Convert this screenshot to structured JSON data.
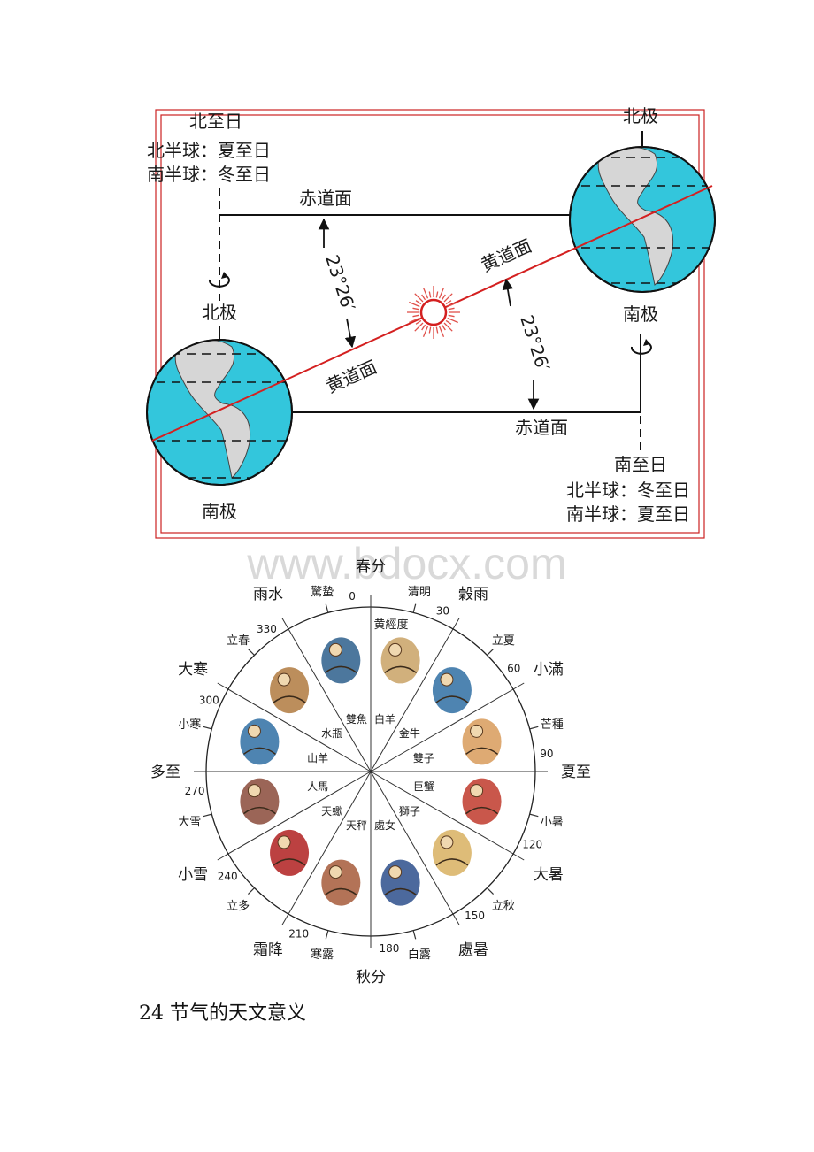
{
  "watermark": "www.bdocx.com",
  "diagram1": {
    "north_solstice_title": "北至日",
    "north_solstice_nh": "北半球：夏至日",
    "north_solstice_sh": "南半球：冬至日",
    "south_solstice_title": "南至日",
    "south_solstice_nh": "北半球：冬至日",
    "south_solstice_sh": "南半球：夏至日",
    "north_pole": "北极",
    "south_pole": "南极",
    "equator_plane": "赤道面",
    "ecliptic_plane": "黄道面",
    "angle": "23°26′"
  },
  "diagram2": {
    "center_label": "黄經度",
    "solar_terms": [
      {
        "name": "春分",
        "deg": "0"
      },
      {
        "name": "清明",
        "deg": ""
      },
      {
        "name": "穀雨",
        "deg": "30"
      },
      {
        "name": "立夏",
        "deg": ""
      },
      {
        "name": "小滿",
        "deg": "60"
      },
      {
        "name": "芒種",
        "deg": ""
      },
      {
        "name": "夏至",
        "deg": "90"
      },
      {
        "name": "小暑",
        "deg": ""
      },
      {
        "name": "大暑",
        "deg": "120"
      },
      {
        "name": "立秋",
        "deg": ""
      },
      {
        "name": "處暑",
        "deg": "150"
      },
      {
        "name": "白露",
        "deg": ""
      },
      {
        "name": "秋分",
        "deg": "180"
      },
      {
        "name": "寒露",
        "deg": ""
      },
      {
        "name": "霜降",
        "deg": "210"
      },
      {
        "name": "立多",
        "deg": ""
      },
      {
        "name": "小雪",
        "deg": "240"
      },
      {
        "name": "大雪",
        "deg": ""
      },
      {
        "name": "多至",
        "deg": "270"
      },
      {
        "name": "小寒",
        "deg": ""
      },
      {
        "name": "大寒",
        "deg": "300"
      },
      {
        "name": "立春",
        "deg": ""
      },
      {
        "name": "雨水",
        "deg": "330"
      },
      {
        "name": "驚蟄",
        "deg": ""
      }
    ],
    "zodiac": [
      "白羊",
      "金牛",
      "雙子",
      "巨蟹",
      "獅子",
      "處女",
      "天秤",
      "天蠍",
      "人馬",
      "山羊",
      "水瓶",
      "雙魚"
    ]
  },
  "caption": "24 节气的天文意义",
  "colors": {
    "frame": "#cc2222",
    "ocean": "#33c6dc",
    "land": "#d6d6d6",
    "ecliptic": "#d42020"
  }
}
